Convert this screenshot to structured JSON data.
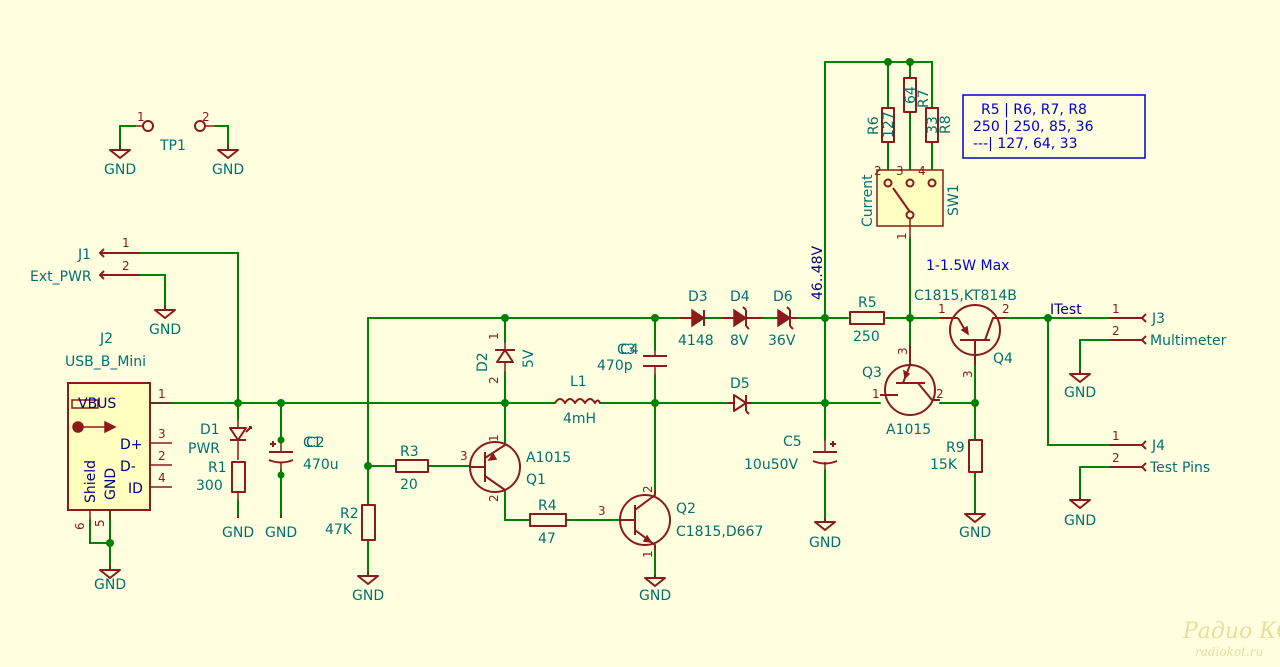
{
  "schematic": {
    "TP1": {
      "ref": "TP1",
      "pin1": "1",
      "pin2": "2"
    },
    "J1": {
      "ref": "J1",
      "value": "Ext_PWR",
      "pin1": "1",
      "pin2": "2"
    },
    "J2": {
      "ref": "J2",
      "value": "USB_B_Mini",
      "pins": [
        "VBUS",
        "D+",
        "D-",
        "ID",
        "Shield",
        "GND"
      ],
      "pin_numbers": [
        "1",
        "3",
        "2",
        "4",
        "6",
        "5"
      ]
    },
    "J3": {
      "ref": "J3",
      "value": "Multimeter",
      "pin1": "1",
      "pin2": "2"
    },
    "J4": {
      "ref": "J4",
      "value": "Test Pins",
      "pin1": "1",
      "pin2": "2"
    },
    "D1": {
      "ref": "D1",
      "value": "PWR"
    },
    "D2": {
      "ref": "D2",
      "value": "5V",
      "pin1": "1",
      "pin2": "2"
    },
    "D3": {
      "ref": "D3",
      "value": "4148"
    },
    "D4": {
      "ref": "D4",
      "value": "8V"
    },
    "D5": {
      "ref": "D5",
      "value": ""
    },
    "D6": {
      "ref": "D6",
      "value": "36V"
    },
    "R1": {
      "ref": "R1",
      "value": "300"
    },
    "R2": {
      "ref": "R2",
      "value": "47K"
    },
    "R3": {
      "ref": "R3",
      "value": "20"
    },
    "R4": {
      "ref": "R4",
      "value": "47"
    },
    "R5": {
      "ref": "R5",
      "value": "250"
    },
    "R6": {
      "ref": "R6",
      "value": "127"
    },
    "R7": {
      "ref": "R7",
      "value": "64"
    },
    "R8": {
      "ref": "R8",
      "value": "33"
    },
    "R9": {
      "ref": "R9",
      "value": "15K"
    },
    "C1": {
      "ref": "C1",
      "value": "C2"
    },
    "C2": {
      "ref": "C2",
      "value": "470u"
    },
    "C3": {
      "ref": "C3",
      "value": "C4"
    },
    "C4": {
      "ref": "C4",
      "value": "470p"
    },
    "C5": {
      "ref": "C5",
      "value": "10u50V"
    },
    "L1": {
      "ref": "L1",
      "value": "4mH"
    },
    "Q1": {
      "ref": "Q1",
      "value": "A1015",
      "pins": [
        "1",
        "2",
        "3"
      ]
    },
    "Q2": {
      "ref": "Q2",
      "value": "C1815,D667",
      "pins": [
        "1",
        "2",
        "3"
      ]
    },
    "Q3": {
      "ref": "Q3",
      "value": "A1015",
      "pins": [
        "1",
        "2",
        "3"
      ]
    },
    "Q4": {
      "ref": "Q4",
      "value": "C1815,KT814B",
      "pins": [
        "1",
        "2",
        "3"
      ]
    },
    "SW1": {
      "ref": "SW1",
      "value": "Current",
      "pins": [
        "1",
        "2",
        "3",
        "4"
      ]
    },
    "gnd_label": "GND",
    "net_voltage": "46..48V",
    "net_itest": "ITest",
    "power_note": "1-1.5W Max",
    "table": [
      "R5 |  R6, R7, R8",
      "250 | 250, 85, 36",
      "---| 127, 64, 33"
    ],
    "watermark": {
      "top": "Радио КОТ",
      "bottom": "radiokot.ru"
    }
  }
}
